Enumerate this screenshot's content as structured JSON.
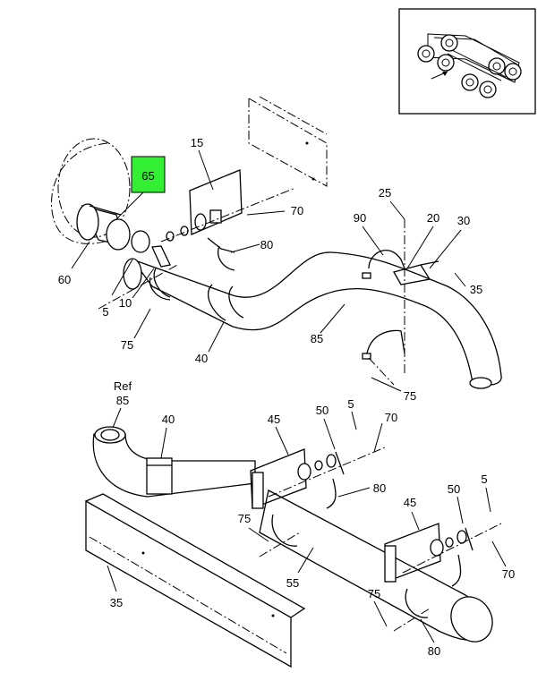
{
  "highlight": {
    "label": "65",
    "color": "#33ee33"
  },
  "callouts": {
    "c15": "15",
    "c70a": "70",
    "c80a": "80",
    "c60": "60",
    "c5a": "5",
    "c10": "10",
    "c75a": "75",
    "c40a": "40",
    "c85": "85",
    "c25": "25",
    "c90": "90",
    "c20": "20",
    "c30": "30",
    "c35a": "35",
    "c75b": "75",
    "ref": "Ref",
    "c85ref": "85",
    "c40b": "40",
    "c45a": "45",
    "c50a": "50",
    "c5b": "5",
    "c70b": "70",
    "c80b": "80",
    "c75c": "75",
    "c55": "55",
    "c35b": "35",
    "c45b": "45",
    "c50b": "50",
    "c5c": "5",
    "c70c": "70",
    "c75d": "75",
    "c80c": "80"
  },
  "inset": {
    "icon": "truck-chassis-locator-icon"
  }
}
